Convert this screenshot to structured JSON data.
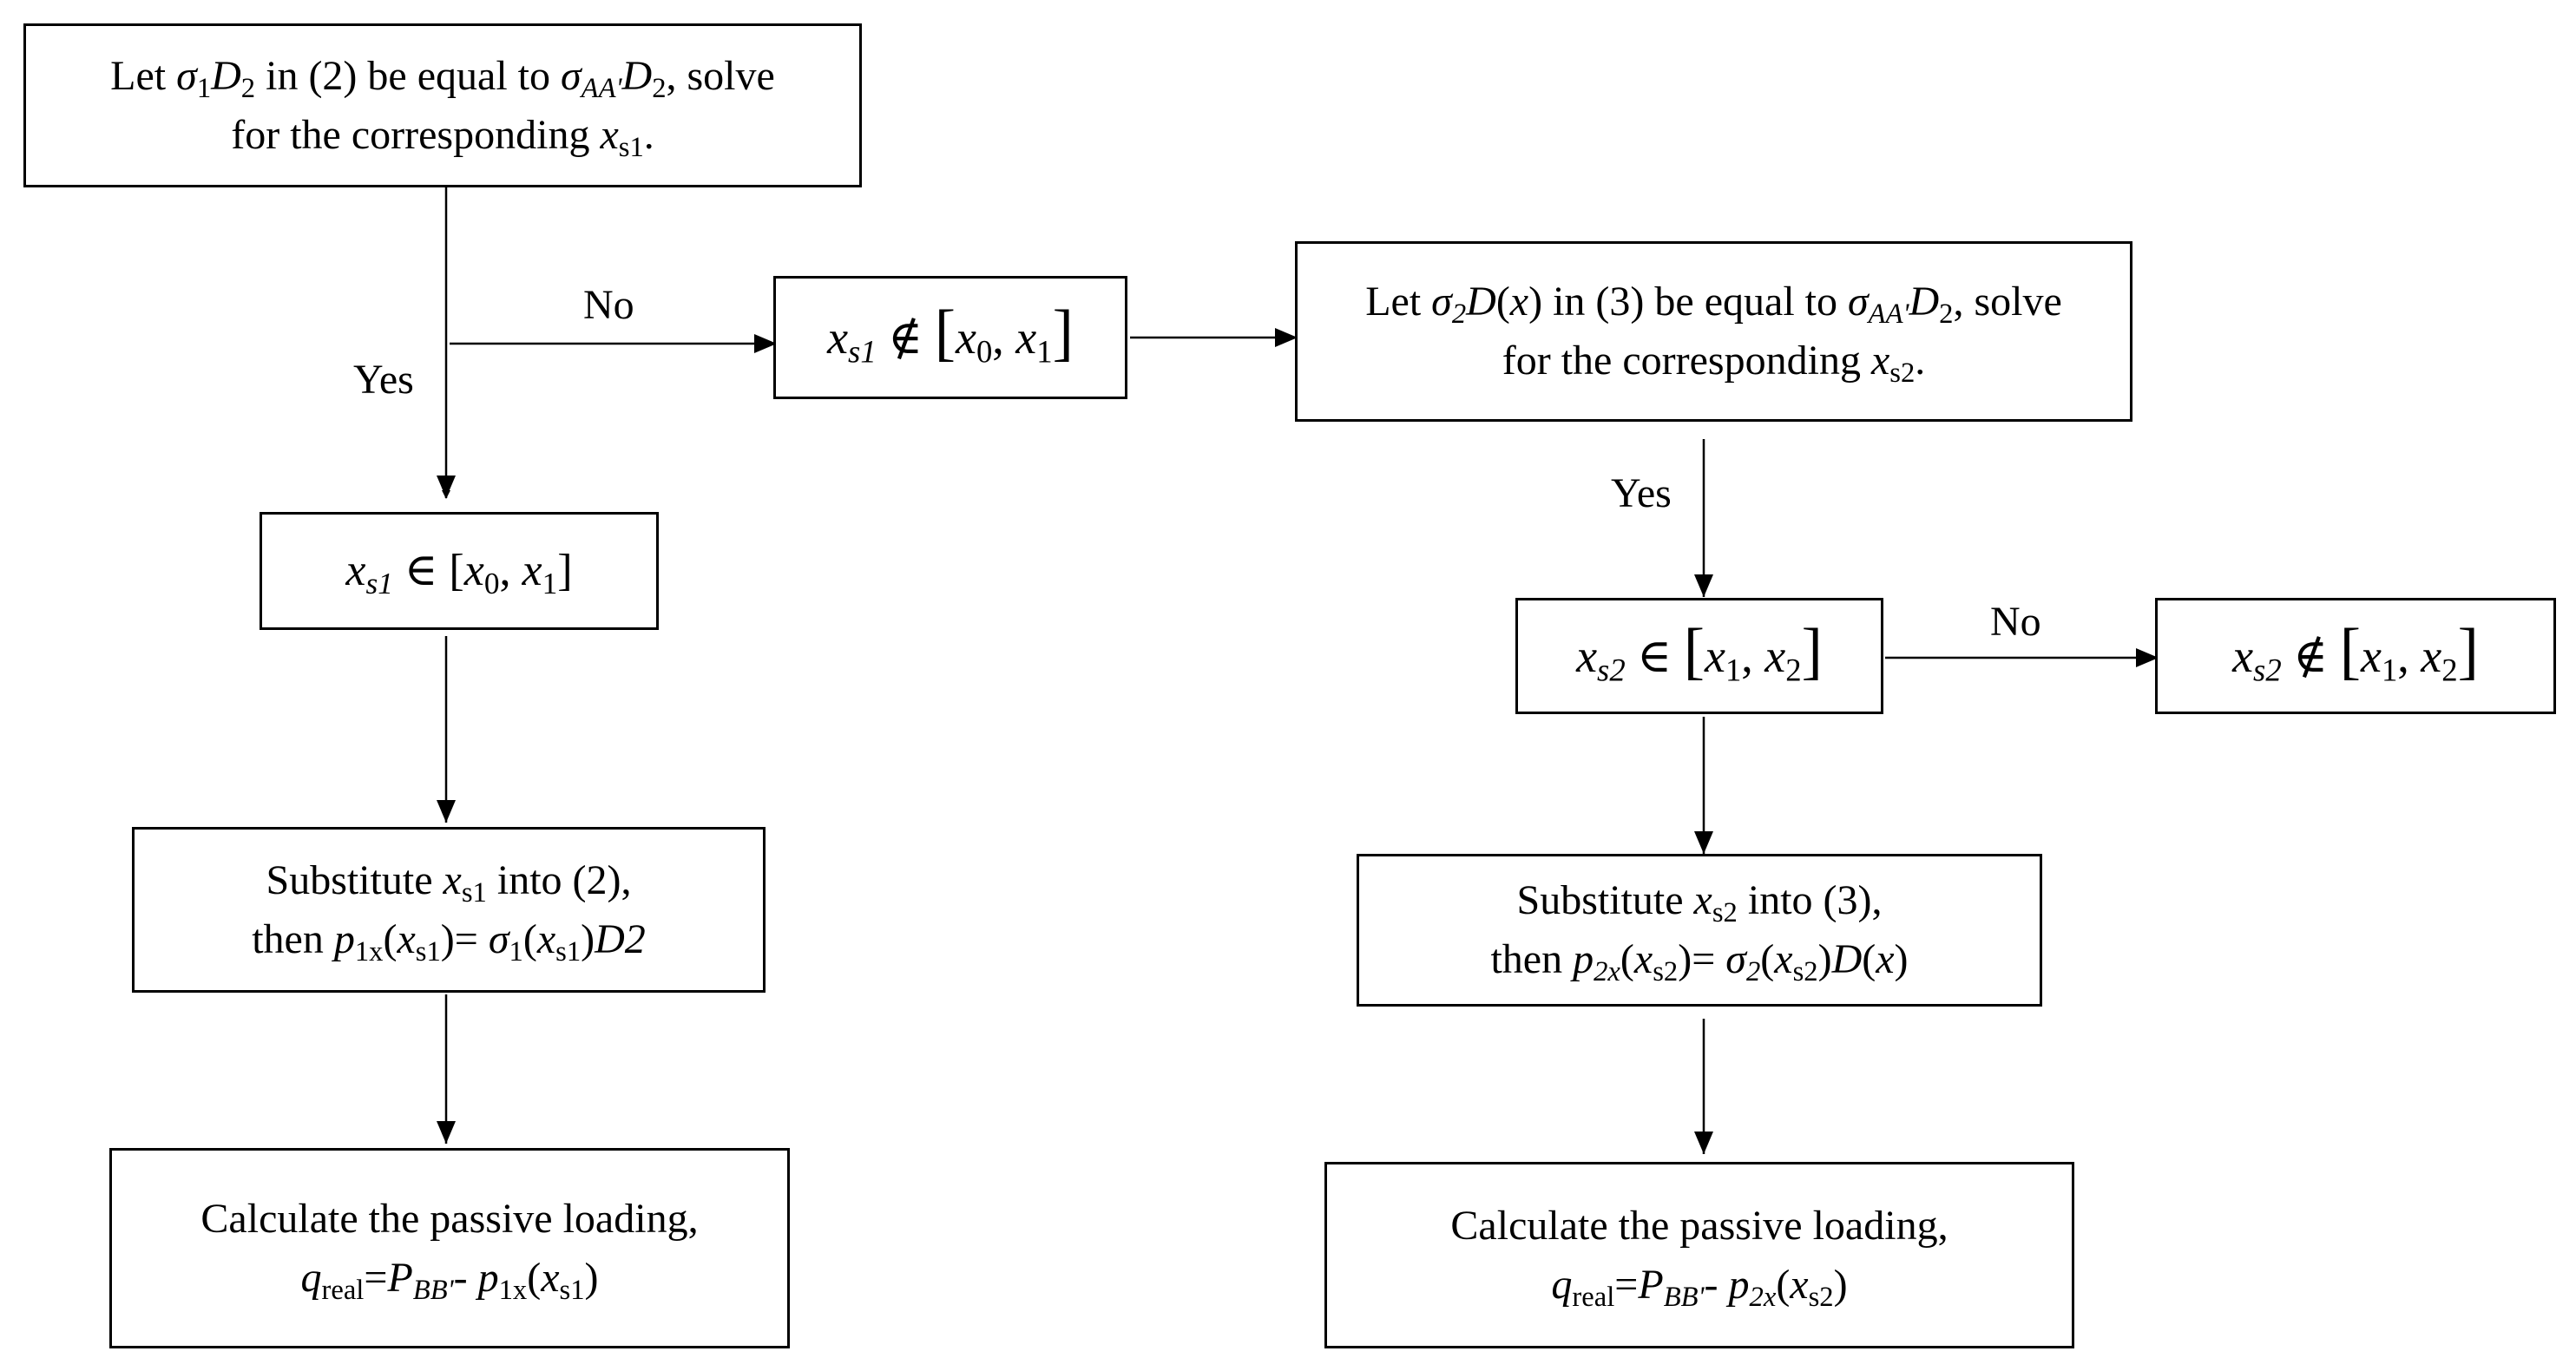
{
  "boxes": {
    "solve_xs1": {
      "line1": [
        "Let ",
        "σ",
        "1",
        "D",
        "2",
        " in (2) be equal to ",
        "σ",
        "AA'",
        "D",
        "2",
        ", solve"
      ],
      "line2": [
        "for the corresponding ",
        "x",
        "s1",
        "."
      ]
    },
    "xs1_not_in": {
      "var": "x",
      "sub": "s1",
      "rel": "∉",
      "open": "[",
      "a": "x",
      "a_sub": "0",
      "b": "x",
      "b_sub": "1",
      "close": "]"
    },
    "solve_xs2": {
      "line1": [
        "Let ",
        "σ",
        "2",
        "D",
        "(",
        "x",
        ") in (3) be equal to ",
        "σ",
        "AA'",
        "D",
        "2",
        ", solve"
      ],
      "line2": [
        "for the corresponding ",
        "x",
        "s2",
        "."
      ]
    },
    "xs1_in": {
      "var": "x",
      "sub": "s1",
      "rel": "∈",
      "open": "[",
      "a": "x",
      "a_sub": "0",
      "b": "x",
      "b_sub": "1",
      "close": "]"
    },
    "xs2_in": {
      "var": "x",
      "sub": "s2",
      "rel": "∈",
      "open": "[",
      "a": "x",
      "a_sub": "1",
      "b": "x",
      "b_sub": "2",
      "close": "]"
    },
    "xs2_not_in": {
      "var": "x",
      "sub": "s2",
      "rel": "∉",
      "open": "[",
      "a": "x",
      "a_sub": "1",
      "b": "x",
      "b_sub": "2",
      "close": "]"
    },
    "substitute_1": {
      "line1": [
        "Substitute ",
        "x",
        "s1",
        " into (2),"
      ],
      "line2": [
        "then ",
        "p",
        "1x",
        "(",
        "x",
        "s1",
        ")= ",
        "σ",
        "1",
        "(",
        "x",
        "s1",
        ")",
        "D2"
      ]
    },
    "substitute_2": {
      "line1": [
        "Substitute ",
        "x",
        "s2",
        " into (3),"
      ],
      "line2": [
        "then ",
        "p",
        "2x",
        "(",
        "x",
        "s2",
        ")= ",
        "σ",
        "2",
        "(",
        "x",
        "s2",
        ")",
        "D",
        "(",
        "x",
        ")"
      ]
    },
    "calc_1": {
      "line1": "Calculate the passive loading,",
      "line2": [
        "q",
        "real",
        "=",
        "P",
        "BB'",
        "- ",
        "p",
        "1x",
        "(",
        "x",
        "s1",
        ")"
      ]
    },
    "calc_2": {
      "line1": "Calculate the passive loading,",
      "line2": [
        "q",
        "real",
        "=",
        "P",
        "BB'",
        "- ",
        "p",
        "2x",
        "(",
        "x",
        "s2",
        ")"
      ]
    }
  },
  "edge_labels": {
    "no_1": "No",
    "yes_1": "Yes",
    "yes_2": "Yes",
    "no_2": "No"
  }
}
